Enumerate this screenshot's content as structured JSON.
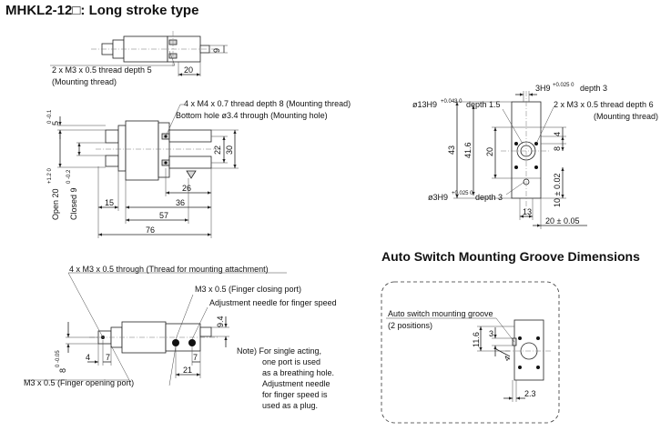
{
  "title": "MHKL2-12□: Long stroke type",
  "section_title": "Auto Switch Mounting Groove Dimensions",
  "top_view": {
    "note_mount_thread": "2 x M3 x 0.5 thread depth 5",
    "note_mount_thread_sub": "(Mounting thread)",
    "dim_20": "20",
    "dim_9": "9"
  },
  "side_view": {
    "note_m4_thread": "4 x M4 x 0.7 thread depth 8 (Mounting thread)",
    "note_bottom_hole": "Bottom hole ø3.4 through (Mounting hole)",
    "dim_5": "5",
    "tol_5": "0 -0.1",
    "dim_open": "Open 20",
    "tol_open": "+1.2 0",
    "dim_closed": "Closed 9",
    "tol_closed": "0 -0.2",
    "dim_22": "22",
    "dim_30": "30",
    "dim_26": "26",
    "dim_15": "15",
    "dim_36": "36",
    "dim_57": "57",
    "dim_76": "76"
  },
  "end_view": {
    "note_3h9": "3H9",
    "tol_3h9": "+0.025 0",
    "note_3h9_depth": "depth 3",
    "note_13h9": "ø13H9",
    "tol_13h9": "+0.043 0",
    "note_13h9_depth": "depth 1.5",
    "note_m3_thread": "2 x M3 x 0.5 thread depth 6",
    "note_m3_thread_sub": "(Mounting thread)",
    "dim_43": "43",
    "dim_41_6": "41.6",
    "dim_20": "20",
    "dim_4": "4",
    "dim_8": "8",
    "dim_10": "10 ± 0.02",
    "note_o3h9": "ø3H9",
    "tol_o3h9": "+0.025 0",
    "note_o3h9_depth": "depth 3",
    "dim_13": "13",
    "dim_20_tol": "20 ± 0.05"
  },
  "bottom_view": {
    "note_through": "4 x M3 x 0.5 through (Thread for mounting attachment)",
    "note_closing_port": "M3 x 0.5 (Finger closing port)",
    "note_adjust": "Adjustment needle for finger speed",
    "dim_9_4": "9.4",
    "dim_4": "4",
    "dim_7a": "7",
    "dim_7b": "7",
    "dim_21": "21",
    "dim_8": "8",
    "tol_8": "0 -0.05",
    "note_opening_port": "M3 x 0.5 (Finger opening port)"
  },
  "note": {
    "lines": [
      "Note) For single acting,",
      "one port is used",
      "as a breathing hole.",
      "Adjustment needle",
      "for finger speed is",
      "used as a plug."
    ]
  },
  "groove": {
    "note_groove": "Auto switch mounting groove",
    "note_positions": "(2 positions)",
    "dim_11_6": "11.6",
    "dim_3": "3",
    "dim_4": "4",
    "dim_2_3": "2.3"
  }
}
